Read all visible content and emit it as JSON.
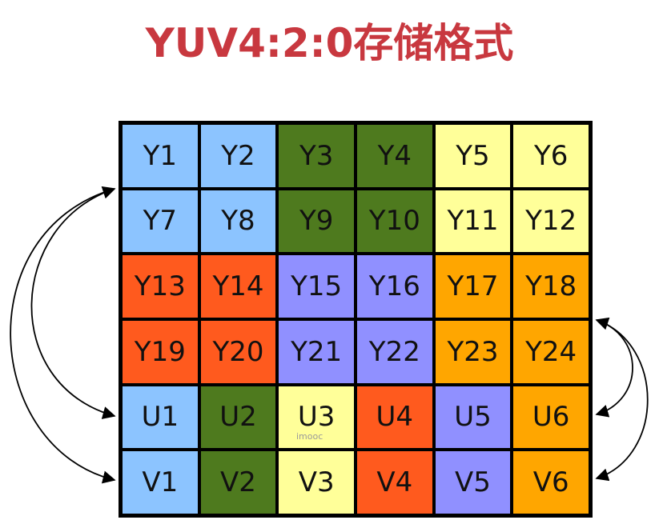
{
  "title": "YUV4:2:0存储格式",
  "watermark": "imooc",
  "colors": {
    "title": "#c8383f",
    "blue": "#8cc4ff",
    "green": "#4e7a1e",
    "yellow": "#ffff99",
    "red": "#ff5a1e",
    "purple": "#9090ff",
    "orange": "#ffa600",
    "border": "#000000"
  },
  "rows": [
    [
      {
        "label": "Y1",
        "color": "blue"
      },
      {
        "label": "Y2",
        "color": "blue"
      },
      {
        "label": "Y3",
        "color": "green"
      },
      {
        "label": "Y4",
        "color": "green"
      },
      {
        "label": "Y5",
        "color": "yellow"
      },
      {
        "label": "Y6",
        "color": "yellow"
      }
    ],
    [
      {
        "label": "Y7",
        "color": "blue"
      },
      {
        "label": "Y8",
        "color": "blue"
      },
      {
        "label": "Y9",
        "color": "green"
      },
      {
        "label": "Y10",
        "color": "green"
      },
      {
        "label": "Y11",
        "color": "yellow"
      },
      {
        "label": "Y12",
        "color": "yellow"
      }
    ],
    [
      {
        "label": "Y13",
        "color": "red"
      },
      {
        "label": "Y14",
        "color": "red"
      },
      {
        "label": "Y15",
        "color": "purple"
      },
      {
        "label": "Y16",
        "color": "purple"
      },
      {
        "label": "Y17",
        "color": "orange"
      },
      {
        "label": "Y18",
        "color": "orange"
      }
    ],
    [
      {
        "label": "Y19",
        "color": "red"
      },
      {
        "label": "Y20",
        "color": "red"
      },
      {
        "label": "Y21",
        "color": "purple"
      },
      {
        "label": "Y22",
        "color": "purple"
      },
      {
        "label": "Y23",
        "color": "orange"
      },
      {
        "label": "Y24",
        "color": "orange"
      }
    ],
    [
      {
        "label": "U1",
        "color": "blue"
      },
      {
        "label": "U2",
        "color": "green"
      },
      {
        "label": "U3",
        "color": "yellow"
      },
      {
        "label": "U4",
        "color": "red"
      },
      {
        "label": "U5",
        "color": "purple"
      },
      {
        "label": "U6",
        "color": "orange"
      }
    ],
    [
      {
        "label": "V1",
        "color": "blue"
      },
      {
        "label": "V2",
        "color": "green"
      },
      {
        "label": "V3",
        "color": "yellow"
      },
      {
        "label": "V4",
        "color": "red"
      },
      {
        "label": "V5",
        "color": "purple"
      },
      {
        "label": "V6",
        "color": "orange"
      }
    ]
  ]
}
